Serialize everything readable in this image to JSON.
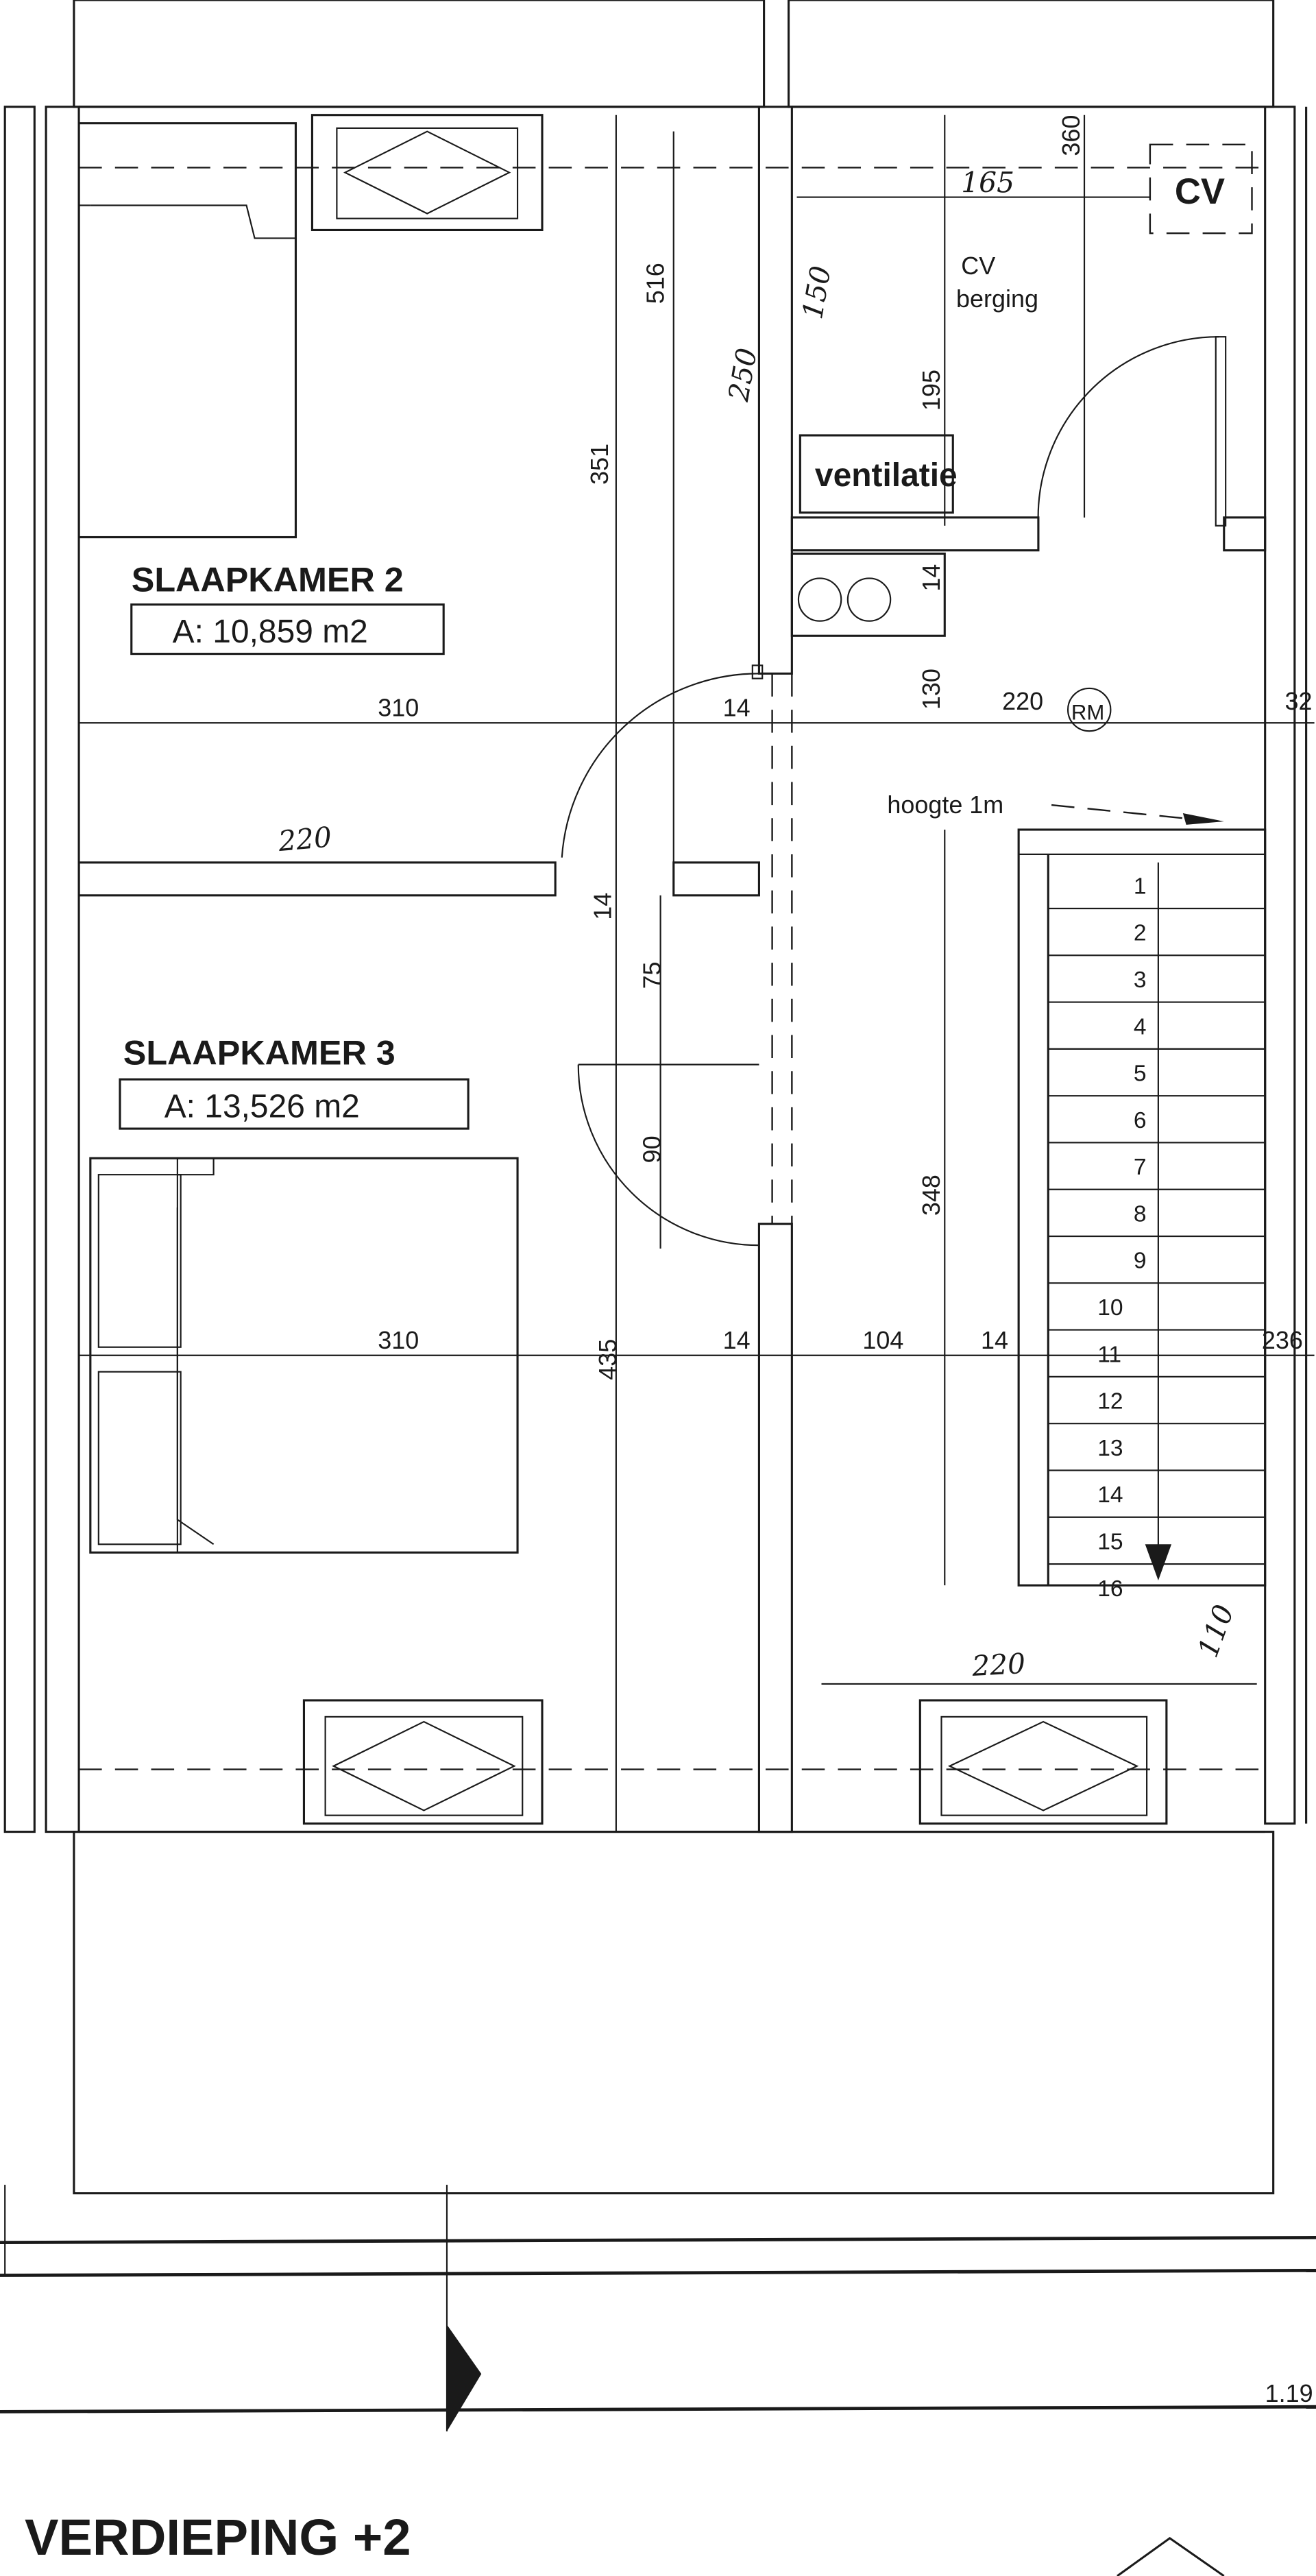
{
  "title": "VERDIEPING +2",
  "rooms": {
    "slaapkamer2": {
      "name": "SLAAPKAMER 2",
      "area": "A: 10,859 m2"
    },
    "slaapkamer3": {
      "name": "SLAAPKAMER 3",
      "area": "A: 13,526 m2"
    },
    "cv_berging": {
      "line1": "CV",
      "line2": "berging"
    },
    "cv_unit": "CV",
    "ventilatie": "ventilatie",
    "hoogte": "hoogte 1m",
    "rm": "RM"
  },
  "stair_steps": [
    "1",
    "2",
    "3",
    "4",
    "5",
    "6",
    "7",
    "8",
    "9",
    "10",
    "11",
    "12",
    "13",
    "14",
    "15",
    "16"
  ],
  "dimensions": {
    "d516": "516",
    "d351": "351",
    "d250": "250",
    "d310a": "310",
    "d14a": "14",
    "d130": "130",
    "d220a": "220",
    "d32": "32",
    "d220b": "220",
    "d14b": "14",
    "d75": "75",
    "d90": "90",
    "d310b": "310",
    "d435": "435",
    "d14c": "14",
    "d104": "104",
    "d14d": "14",
    "d236": "236",
    "d348": "348",
    "d165": "165",
    "d360": "360",
    "d150": "150",
    "d195": "195",
    "d14e": "14",
    "d220c": "220",
    "d110": "110",
    "d119": "1.19"
  },
  "colors": {
    "ink": "#1a1a1a",
    "window_fill": "#c8c8c8",
    "paper": "#ffffff"
  }
}
